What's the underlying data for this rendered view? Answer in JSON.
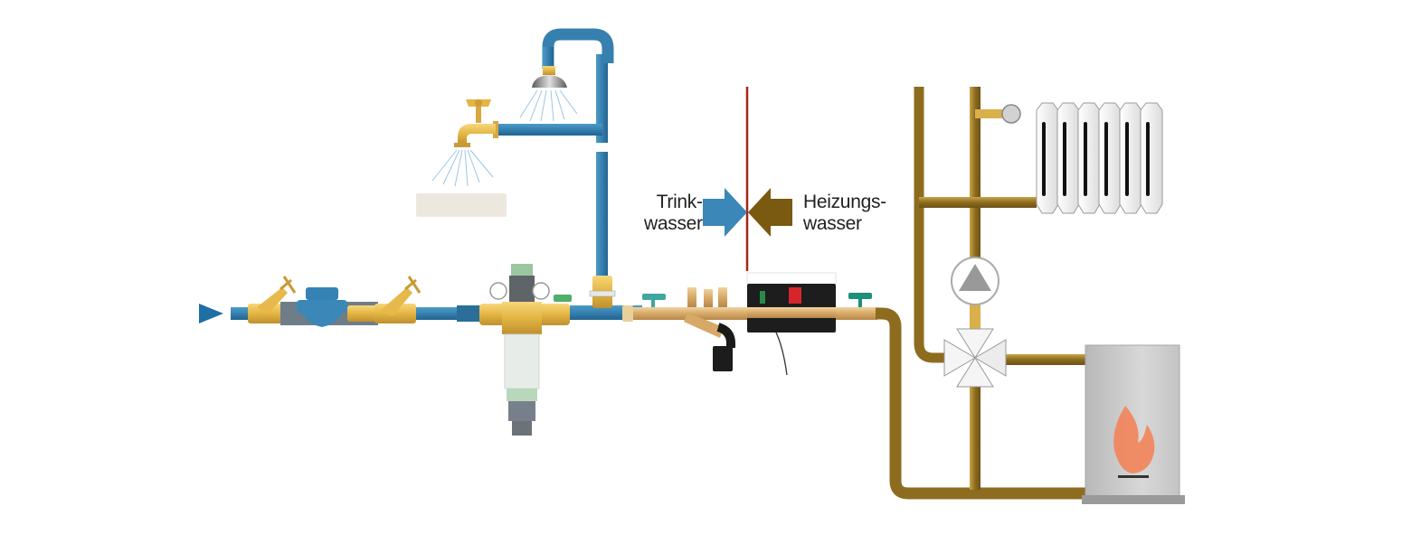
{
  "diagram": {
    "title": "Trinkwasser / Heizungswasser Systemtrennung",
    "labels": {
      "drinking_water": {
        "line1": "Trink-",
        "line2": "wasser"
      },
      "heating_water": {
        "line1": "Heizungs-",
        "line2": "wasser"
      }
    },
    "colors": {
      "drinking_water_pipe": "#3b86b4",
      "heating_water_pipe": "#8a6a1c",
      "brass": "#e5b94a",
      "separation_line": "#a5261c",
      "arrow_drinking": "#3a87b8",
      "arrow_heating": "#7a5a10",
      "flame": "#f2845a",
      "boiler": "#c9c9c9"
    },
    "components": [
      {
        "id": "flow-direction-arrow",
        "label": "Flow direction"
      },
      {
        "id": "shutoff-valve-inlet",
        "label": "Inlet shut-off valve"
      },
      {
        "id": "water-meter",
        "label": "Water meter"
      },
      {
        "id": "shutoff-valve-outlet",
        "label": "Outlet shut-off valve"
      },
      {
        "id": "filter-pressure-reducer",
        "label": "Filter with pressure reducer"
      },
      {
        "id": "tap",
        "label": "Tap"
      },
      {
        "id": "sink",
        "label": "Sink"
      },
      {
        "id": "shower-head",
        "label": "Shower head"
      },
      {
        "id": "system-separator",
        "label": "System separator"
      },
      {
        "id": "radiator",
        "label": "Radiator"
      },
      {
        "id": "circulation-pump",
        "label": "Circulation pump"
      },
      {
        "id": "mixing-valve",
        "label": "Mixing valve"
      },
      {
        "id": "boiler",
        "label": "Boiler"
      }
    ]
  }
}
